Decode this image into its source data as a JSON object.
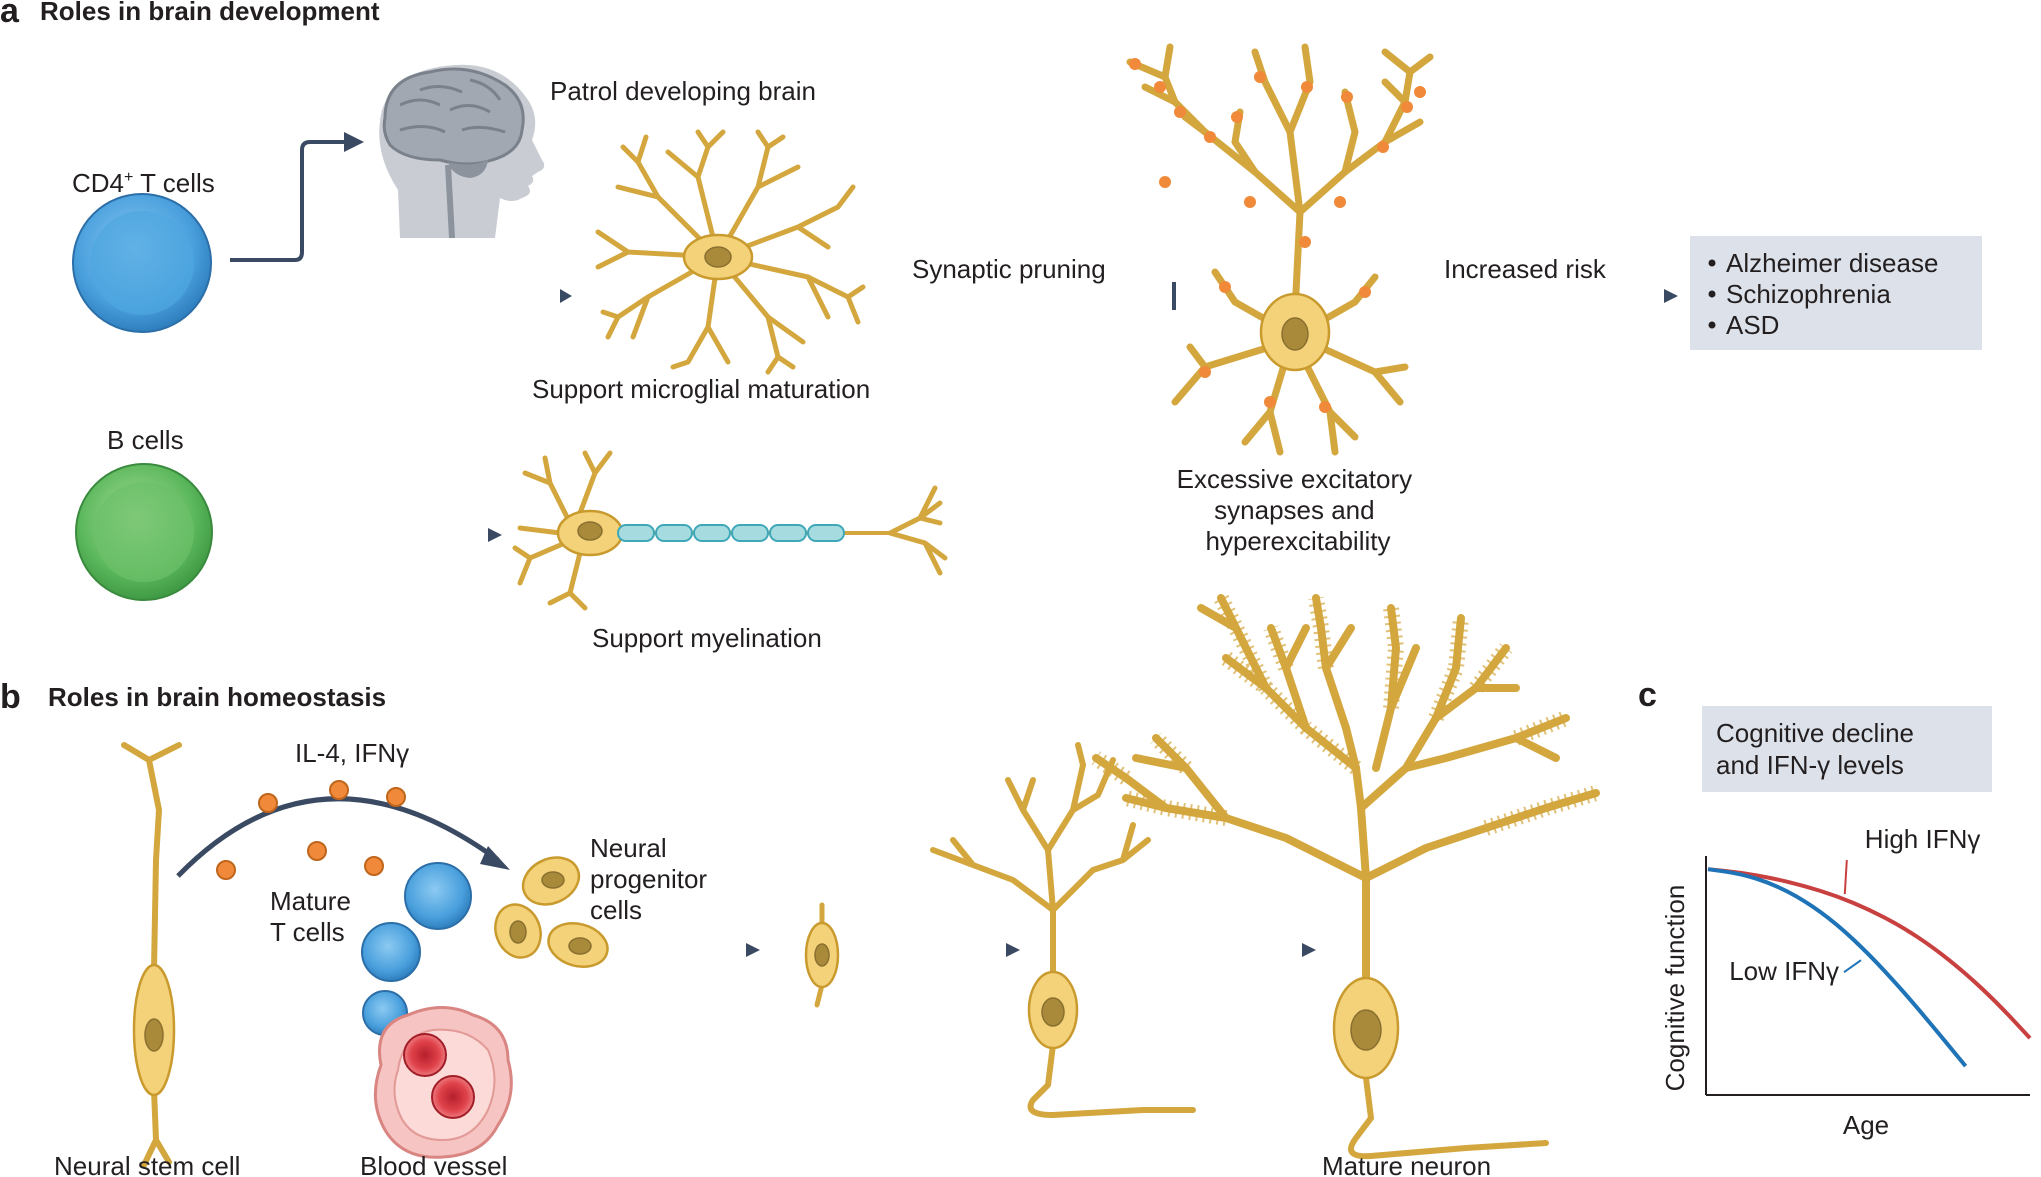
{
  "panel_a": {
    "letter": "a",
    "title": "Roles in brain development",
    "cd4_label_main": "CD4",
    "cd4_label_sup": "+",
    "cd4_label_rest": " T cells",
    "b_cells_label": "B cells",
    "patrol_label": "Patrol developing brain",
    "microglia_label": "Support microglial maturation",
    "myelination_label": "Support myelination",
    "pruning_label": "Synaptic pruning",
    "excitatory_label": [
      "Excessive excitatory",
      "synapses and",
      "hyperexcitability"
    ],
    "risk_label": "Increased risk",
    "diseases": [
      "Alzheimer disease",
      "Schizophrenia",
      "ASD"
    ]
  },
  "panel_b": {
    "letter": "b",
    "title": "Roles in brain homeostasis",
    "cytokines_label": "IL-4, IFNγ",
    "t_cells_label": [
      "Mature",
      "T cells"
    ],
    "progenitor_label": [
      "Neural",
      "progenitor",
      "cells"
    ],
    "stem_cell_label": "Neural stem cell",
    "blood_vessel_label": "Blood vessel",
    "mature_neuron_label": "Mature neuron"
  },
  "panel_c": {
    "letter": "c",
    "box_title": [
      "Cognitive decline",
      "and IFN-γ levels"
    ]
  },
  "chart_data": {
    "type": "line",
    "xlabel": "Age",
    "ylabel": "Cognitive function",
    "grid": false,
    "x": [
      0,
      1,
      2,
      3,
      4,
      5,
      6,
      7,
      8,
      9,
      10
    ],
    "series": [
      {
        "name": "High IFNγ",
        "color": "#c8403f",
        "values": [
          1.0,
          0.985,
          0.96,
          0.925,
          0.88,
          0.82,
          0.745,
          0.65,
          0.535,
          0.4,
          0.245
        ]
      },
      {
        "name": "Low IFNγ",
        "color": "#1f74b8",
        "values": [
          1.0,
          0.98,
          0.935,
          0.86,
          0.755,
          0.62,
          0.465,
          0.295,
          0.12
        ]
      }
    ],
    "ylim": [
      0,
      1.05
    ],
    "xlim": [
      0,
      10
    ]
  },
  "colors": {
    "arrow": "#3b4a63",
    "t_cell": "#4aa0dd",
    "b_cell": "#5cb85c",
    "neuron": "#d3a73e",
    "disease_box": "#dde2ea"
  }
}
